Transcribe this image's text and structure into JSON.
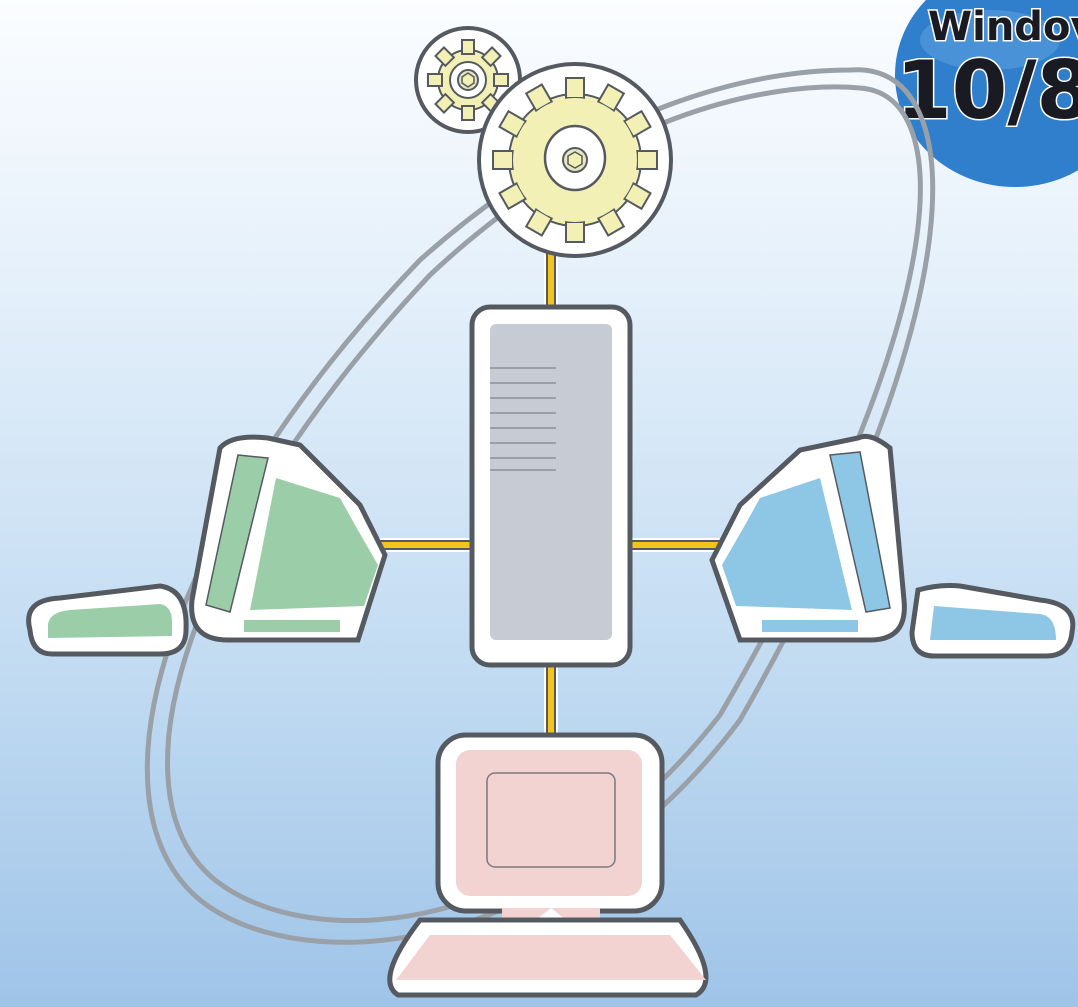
{
  "badge": {
    "line1": "Windov",
    "line2": "10/8."
  },
  "nodes": {
    "server": "server",
    "left_client": "client-left",
    "right_client": "client-right",
    "bottom_client": "client-bottom",
    "gears": "gears"
  },
  "colors": {
    "background_top": "#fbfdff",
    "background_bottom": "#9fc4e8",
    "badge": "#2f7fcc",
    "cable": "#f4c31c",
    "gear": "#f2f0b4",
    "server": "#c7ccd4",
    "left_client": "#9acda8",
    "right_client": "#8ec7e6",
    "bottom_client": "#f3d2d2",
    "outline": "#555a60",
    "orbit": "#9aa0a8"
  }
}
